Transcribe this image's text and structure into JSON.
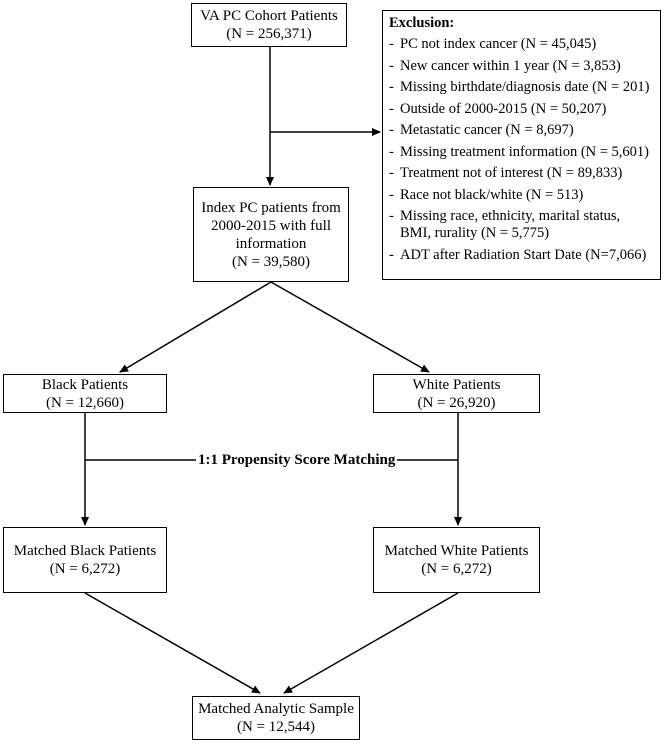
{
  "boxes": {
    "cohort": {
      "line1": "VA PC Cohort Patients",
      "line2": "(N = 256,371)"
    },
    "index": {
      "line1": "Index PC patients from",
      "line2": "2000-2015 with full",
      "line3": "information",
      "line4": "(N = 39,580)"
    },
    "black": {
      "line1": "Black Patients",
      "line2": "(N = 12,660)"
    },
    "white": {
      "line1": "White Patients",
      "line2": "(N = 26,920)"
    },
    "matched_black": {
      "line1": "Matched Black Patients",
      "line2": "(N = 6,272)"
    },
    "matched_white": {
      "line1": "Matched White Patients",
      "line2": "(N = 6,272)"
    },
    "analytic": {
      "line1": "Matched Analytic Sample",
      "line2": "(N = 12,544)"
    }
  },
  "exclusion": {
    "title": "Exclusion:",
    "items": [
      "PC not index cancer (N = 45,045)",
      "New cancer within 1 year (N = 3,853)",
      "Missing birthdate/diagnosis date (N = 201)",
      "Outside of 2000-2015 (N = 50,207)",
      "Metastatic cancer (N = 8,697)",
      "Missing treatment information (N = 5,601)",
      "Treatment not of interest (N = 89,833)",
      "Race not black/white (N = 513)",
      "Missing race, ethnicity, marital status, BMI, rurality (N = 5,775)",
      "ADT after Radiation Start Date (N=7,066)"
    ]
  },
  "matching_label": "1:1 Propensity Score Matching"
}
